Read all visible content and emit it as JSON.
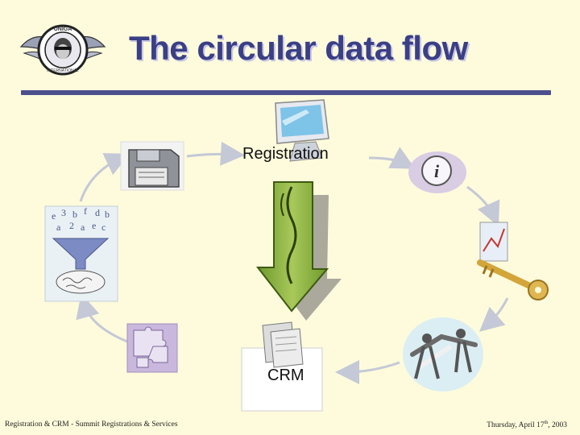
{
  "slide": {
    "title": "The circular data flow",
    "nodes": {
      "registration": "Registration",
      "crm": "CRM"
    },
    "footer": {
      "left": "Registration & CRM - Summit Registrations & Services",
      "right_prefix": "Thursday, April 17",
      "right_sup": "th",
      "right_suffix": ", 2003"
    },
    "logo_text": "UNIGA INTERNATIONAL",
    "icons": [
      "floppy-disk-icon",
      "computer-monitor-icon",
      "info-icon",
      "key-icon",
      "handshake-icon",
      "document-tray-icon",
      "puzzle-icon",
      "funnel-brain-icon",
      "down-arrow-icon"
    ],
    "colors": {
      "background": "#fdfbdc",
      "title": "#3a3f86",
      "rule": "#4d4f8d",
      "cycle": "#c5c8d6",
      "arrow_green": "#8fb14a"
    }
  }
}
